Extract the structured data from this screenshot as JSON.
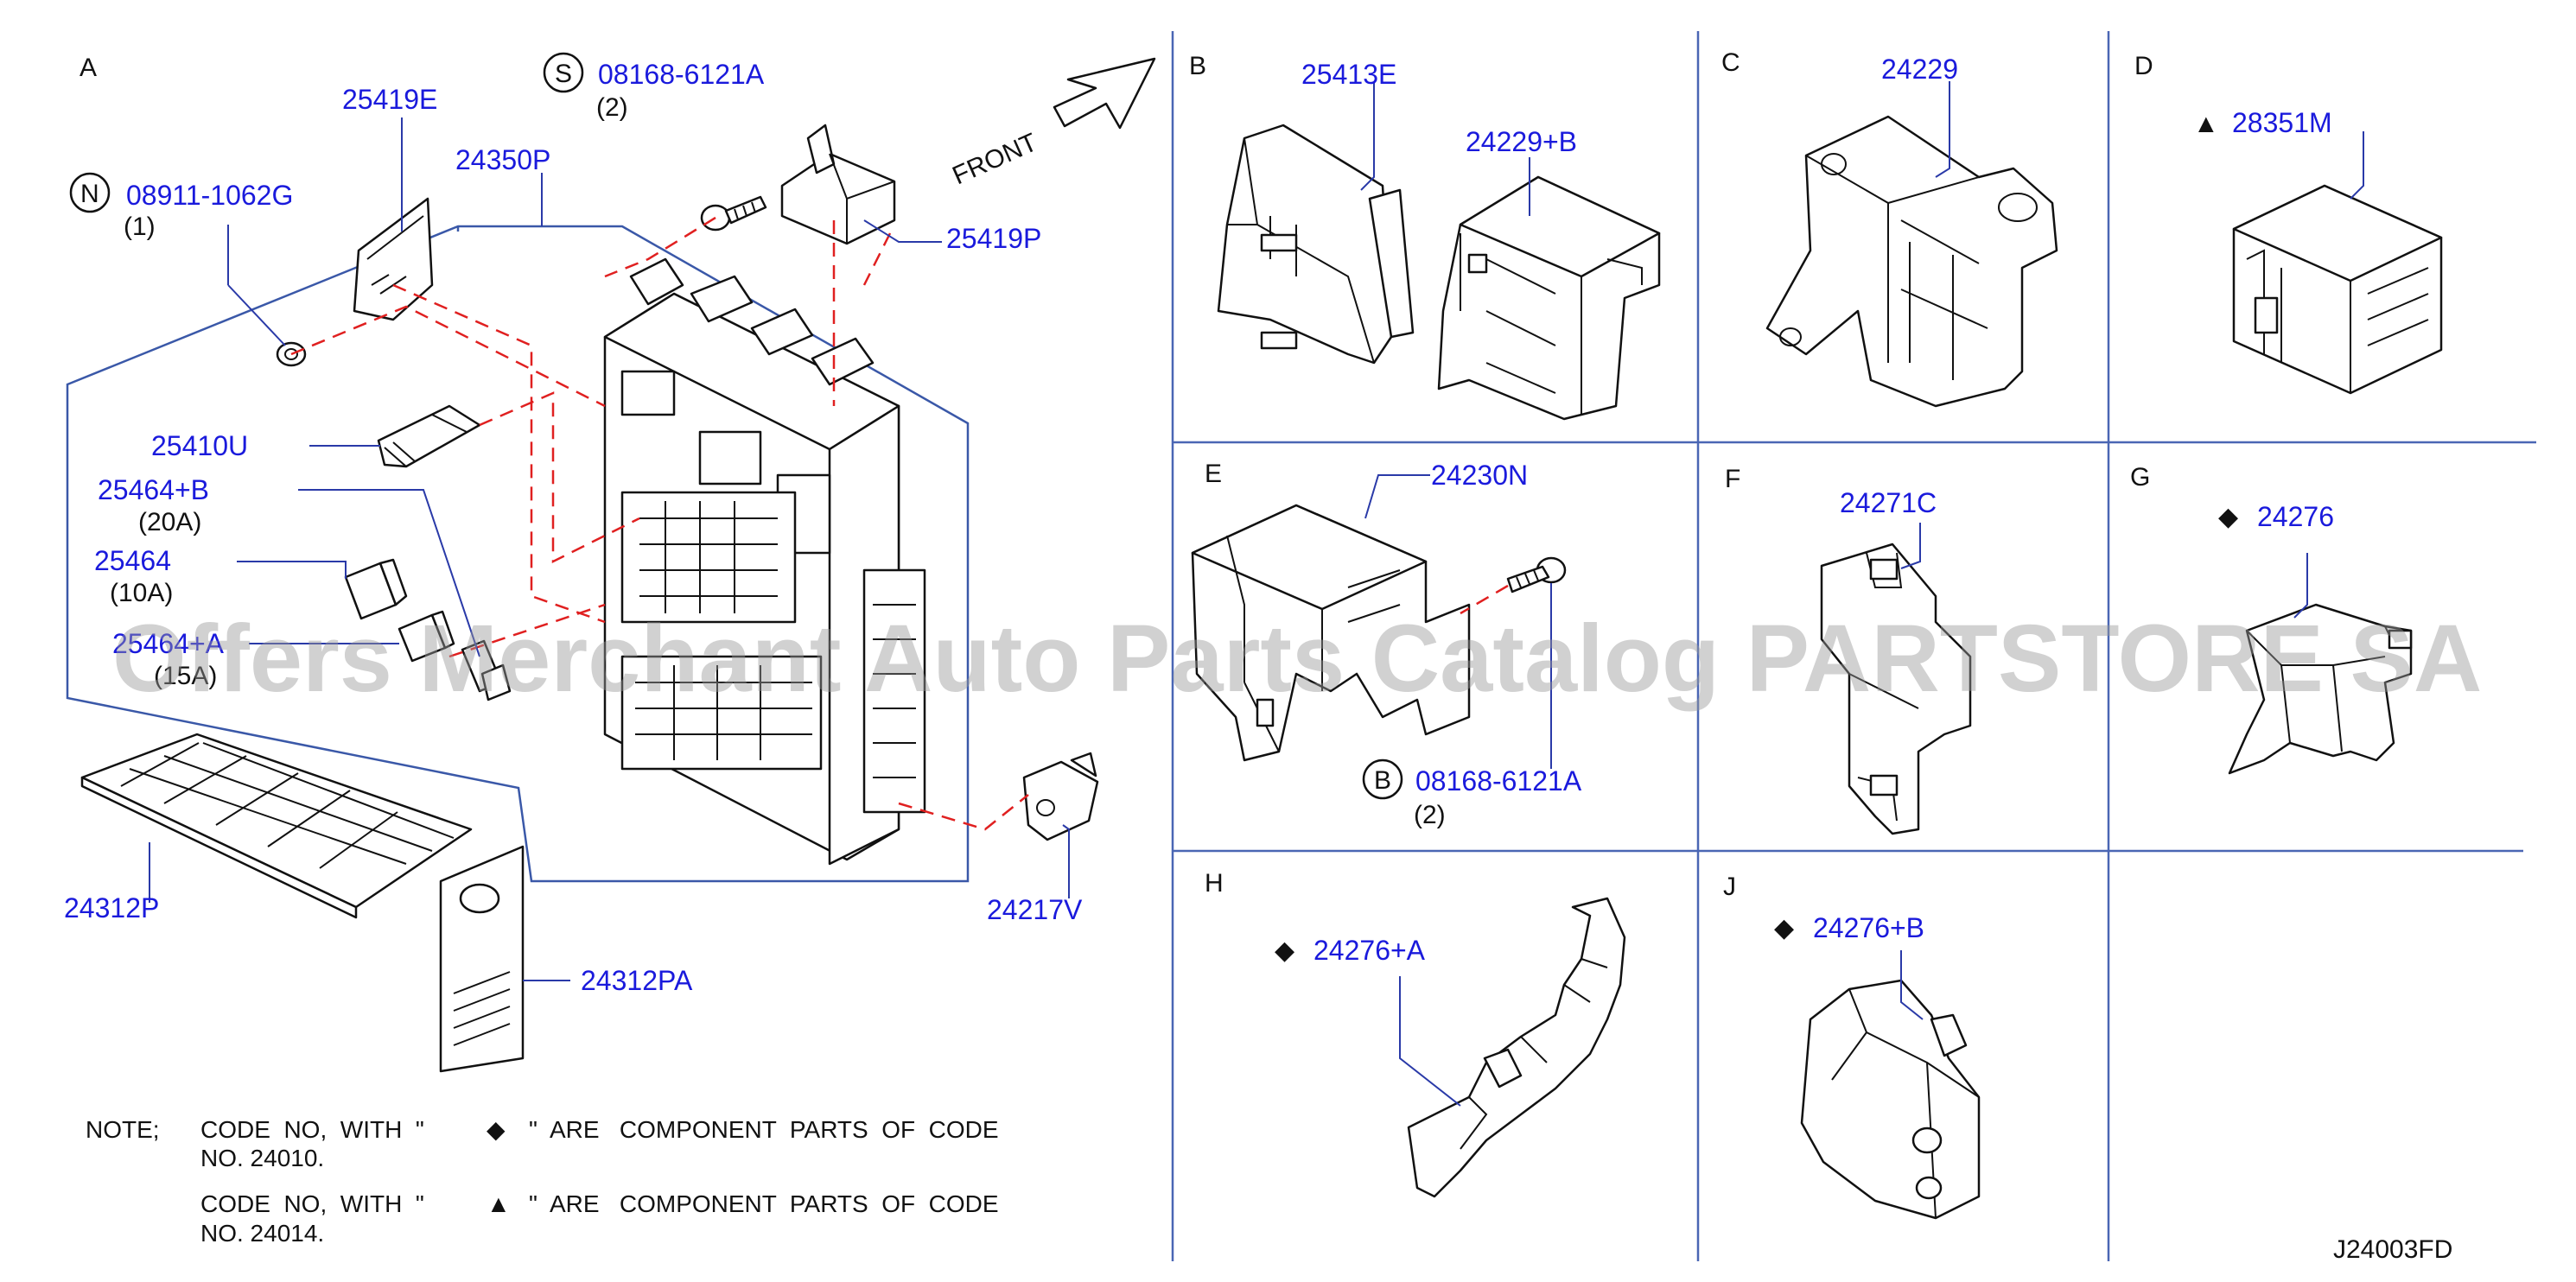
{
  "sections": [
    "A",
    "B",
    "C",
    "D",
    "E",
    "F",
    "G",
    "H",
    "J"
  ],
  "front_label": "FRONT",
  "part_labels": {
    "p25419E": "25419E",
    "p24350P": "24350P",
    "p08911": "08911-1062G",
    "p08911_qty": "(1)",
    "p08168_s": "08168-6121A",
    "p08168_s_qty": "(2)",
    "p25419P": "25419P",
    "p25410U": "25410U",
    "p25464B": "25464+B",
    "p25464B_amp": "(20A)",
    "p25464": "25464",
    "p25464_amp": "(10A)",
    "p25464A": "25464+A",
    "p25464A_amp": "(15A)",
    "p24312P": "24312P",
    "p24312PA": "24312PA",
    "p24217V": "24217V",
    "p25413E": "25413E",
    "p24229B": "24229+B",
    "p24229": "24229",
    "p28351M": "28351M",
    "p24230N": "24230N",
    "p08168_b": "08168-6121A",
    "p08168_b_qty": "(2)",
    "p24271C": "24271C",
    "p24276": "24276",
    "p24276A": "24276+A",
    "p24276B": "24276+B"
  },
  "circle_marks": {
    "N": "N",
    "S": "S",
    "B": "B"
  },
  "symbols": {
    "diamond": "◆",
    "triangle": "▲"
  },
  "notes": {
    "prefix": "NOTE;",
    "line1_a": "CODE  NO,  WITH  \"",
    "line1_sym": "◆",
    "line1_b": "\"  ARE   COMPONENT  PARTS  OF  CODE",
    "line1_c": "NO. 24010.",
    "line2_a": "CODE  NO,  WITH  \"",
    "line2_sym": "▲",
    "line2_b": "\"  ARE   COMPONENT  PARTS  OF  CODE",
    "line2_c": "NO. 24014."
  },
  "diagram_code": "J24003FD",
  "watermark": "Offers Merchant Auto Parts Catalog PARTSTORE SA",
  "colors": {
    "label": "#1a1adc",
    "leader": "#2a3aa8",
    "dashed": "#e02020",
    "grid": "#4a66b4"
  }
}
